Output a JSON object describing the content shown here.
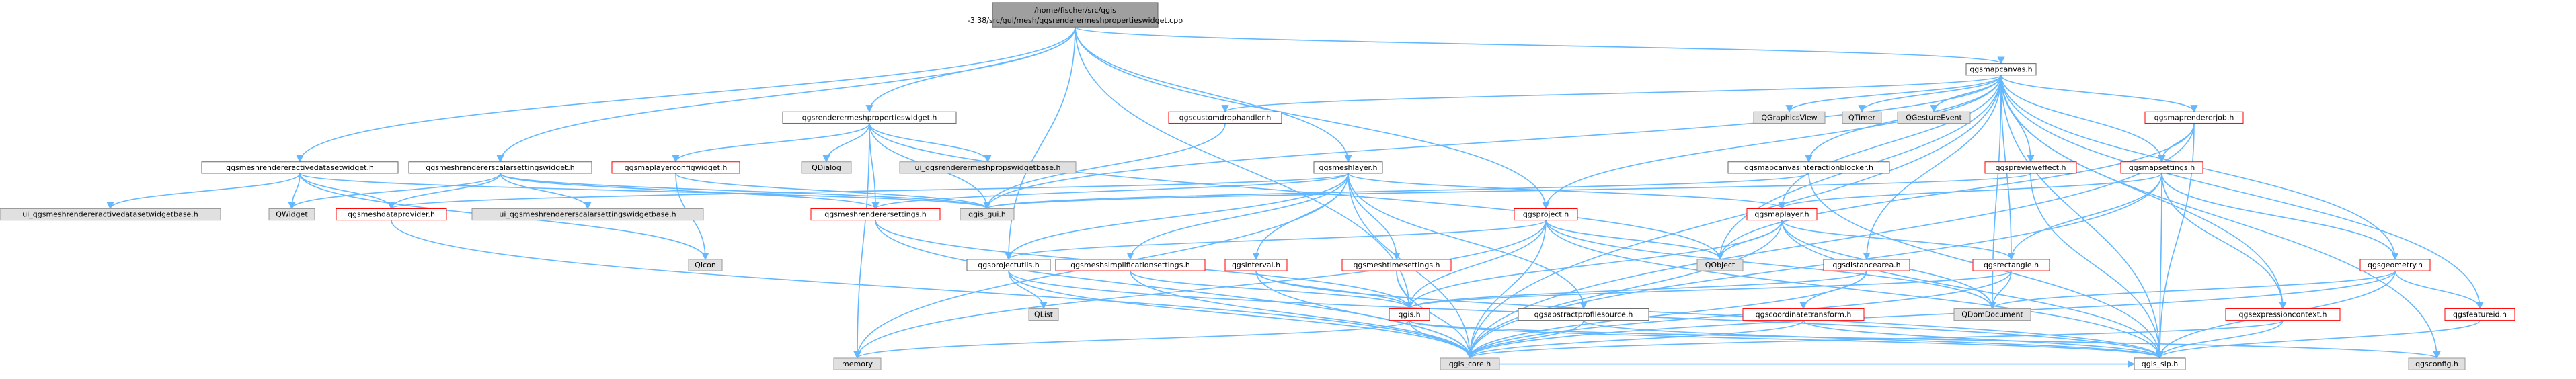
{
  "graph": {
    "colors": {
      "edge": "#63b8ff",
      "root_fill": "#9f9f9f",
      "documented_border": "#666666",
      "warning_border": "#ff0000",
      "external_fill": "#e0e0e0",
      "external_border": "#999999"
    },
    "nodes": [
      {
        "id": "root",
        "label": "/home/fischer/src/qgis-3.38/src/gui/mesh/qgsrenderermeshpropertieswidget.cpp",
        "kind": "root"
      },
      {
        "id": "qgsmapcanvas",
        "label": "qgsmapcanvas.h",
        "kind": "doc"
      },
      {
        "id": "qgsrenderermeshpropertieswidget",
        "label": "qgsrenderermeshpropertieswidget.h",
        "kind": "doc"
      },
      {
        "id": "qgsmeshrendereractivedatasetwidget",
        "label": "qgsmeshrendereractivedatasetwidget.h",
        "kind": "doc"
      },
      {
        "id": "qgsmeshrendererscalarsettingswidget",
        "label": "qgsmeshrendererscalarsettingswidget.h",
        "kind": "doc"
      },
      {
        "id": "qgsmaplayerconfigwidget",
        "label": "qgsmaplayerconfigwidget.h",
        "kind": "warn"
      },
      {
        "id": "qdialog",
        "label": "QDialog",
        "kind": "ext"
      },
      {
        "id": "ui_qgsrenderermeshpropswidgetbase",
        "label": "ui_qgsrenderermeshpropswidgetbase.h",
        "kind": "ext"
      },
      {
        "id": "qgsmeshlayer",
        "label": "qgsmeshlayer.h",
        "kind": "doc"
      },
      {
        "id": "qgscustomdrophandler",
        "label": "qgscustomdrophandler.h",
        "kind": "warn"
      },
      {
        "id": "qgraphicsview",
        "label": "QGraphicsView",
        "kind": "ext"
      },
      {
        "id": "qtimer",
        "label": "QTimer",
        "kind": "ext"
      },
      {
        "id": "qgestureevent",
        "label": "QGestureEvent",
        "kind": "ext"
      },
      {
        "id": "qgsmapcanvasinteractionblocker",
        "label": "qgsmapcanvasinteractionblocker.h",
        "kind": "doc"
      },
      {
        "id": "qgsmaprendererjob",
        "label": "qgsmaprendererjob.h",
        "kind": "warn"
      },
      {
        "id": "qgspreviewteffect",
        "label": "qgsprevieweffect.h",
        "kind": "warn"
      },
      {
        "id": "qgsmapsettings",
        "label": "qgsmapsettings.h",
        "kind": "warn"
      },
      {
        "id": "ui_qgsmeshrendereractivedatasetwidgetbase",
        "label": "ui_qgsmeshrendereractivedatasetwidgetbase.h",
        "kind": "ext"
      },
      {
        "id": "qwidget",
        "label": "QWidget",
        "kind": "ext"
      },
      {
        "id": "qgsmeshdataprovider",
        "label": "qgsmeshdataprovider.h",
        "kind": "warn"
      },
      {
        "id": "ui_qgsmeshrendererscalarsettingswidgetbase",
        "label": "ui_qgsmeshrendererscalarsettingswidgetbase.h",
        "kind": "ext"
      },
      {
        "id": "qgsmeshrenderersettings",
        "label": "qgsmeshrenderersettings.h",
        "kind": "warn"
      },
      {
        "id": "qgis_gui",
        "label": "qgis_gui.h",
        "kind": "ext"
      },
      {
        "id": "qgsproject",
        "label": "qgsproject.h",
        "kind": "warn"
      },
      {
        "id": "qgsmaplayer",
        "label": "qgsmaplayer.h",
        "kind": "warn"
      },
      {
        "id": "qicon",
        "label": "QIcon",
        "kind": "ext"
      },
      {
        "id": "qgsprojectutils",
        "label": "qgsprojectutils.h",
        "kind": "doc"
      },
      {
        "id": "qgsmeshsimplificationsettings",
        "label": "qgsmeshsimplificationsettings.h",
        "kind": "warn"
      },
      {
        "id": "qgsinterval",
        "label": "qgsinterval.h",
        "kind": "warn"
      },
      {
        "id": "qgsmeshtimesettings",
        "label": "qgsmeshtimesettings.h",
        "kind": "warn"
      },
      {
        "id": "qobject",
        "label": "QObject",
        "kind": "ext"
      },
      {
        "id": "qgsdistancearea",
        "label": "qgsdistancearea.h",
        "kind": "warn"
      },
      {
        "id": "qgsrectangle",
        "label": "qgsrectangle.h",
        "kind": "warn"
      },
      {
        "id": "qgsgeometry",
        "label": "qgsgeometry.h",
        "kind": "warn"
      },
      {
        "id": "qlist",
        "label": "QList",
        "kind": "ext"
      },
      {
        "id": "qgis",
        "label": "qgis.h",
        "kind": "warn"
      },
      {
        "id": "qgsabstractprofilesource",
        "label": "qgsabstractprofilesource.h",
        "kind": "doc"
      },
      {
        "id": "qgscoordinatetransform",
        "label": "qgscoordinatetransform.h",
        "kind": "warn"
      },
      {
        "id": "qdomdocument",
        "label": "QDomDocument",
        "kind": "ext"
      },
      {
        "id": "qgsexpressioncontext",
        "label": "qgsexpressioncontext.h",
        "kind": "warn"
      },
      {
        "id": "qgsfeatureid",
        "label": "qgsfeatureid.h",
        "kind": "warn"
      },
      {
        "id": "memory",
        "label": "memory",
        "kind": "ext"
      },
      {
        "id": "qgis_core",
        "label": "qgis_core.h",
        "kind": "ext"
      },
      {
        "id": "qgis_sip",
        "label": "qgis_sip.h",
        "kind": "doc"
      },
      {
        "id": "qgsconfig",
        "label": "qgsconfig.h",
        "kind": "ext"
      }
    ],
    "edges": [
      [
        "root",
        "qgsmapcanvas"
      ],
      [
        "root",
        "qgsrenderermeshpropertieswidget"
      ],
      [
        "root",
        "qgsmeshrendereractivedatasetwidget"
      ],
      [
        "root",
        "qgsmeshrendererscalarsettingswidget"
      ],
      [
        "root",
        "qgsmeshlayer"
      ],
      [
        "root",
        "qgsproject"
      ],
      [
        "root",
        "qgsprojectutils"
      ],
      [
        "root",
        "qgis"
      ],
      [
        "qgsmapcanvas",
        "qgscustomdrophandler"
      ],
      [
        "qgsmapcanvas",
        "qgraphicsview"
      ],
      [
        "qgsmapcanvas",
        "qtimer"
      ],
      [
        "qgsmapcanvas",
        "qgestureevent"
      ],
      [
        "qgsmapcanvas",
        "qgsmapcanvasinteractionblocker"
      ],
      [
        "qgsmapcanvas",
        "qgsmaprendererjob"
      ],
      [
        "qgsmapcanvas",
        "qgspreviewteffect"
      ],
      [
        "qgsmapcanvas",
        "qgsmapsettings"
      ],
      [
        "qgsmapcanvas",
        "qgis_gui"
      ],
      [
        "qgsmapcanvas",
        "qgsproject"
      ],
      [
        "qgsmapcanvas",
        "qgsmaplayer"
      ],
      [
        "qgsmapcanvas",
        "qgsrectangle"
      ],
      [
        "qgsmapcanvas",
        "qgsgeometry"
      ],
      [
        "qgsmapcanvas",
        "qgsdistancearea"
      ],
      [
        "qgsmapcanvas",
        "qgsexpressioncontext"
      ],
      [
        "qgsmapcanvas",
        "qgsfeatureid"
      ],
      [
        "qgsmapcanvas",
        "qdomdocument"
      ],
      [
        "qgsmapcanvas",
        "qgis_core"
      ],
      [
        "qgsmapcanvas",
        "qgis_sip"
      ],
      [
        "qgsmapcanvas",
        "qgsconfig"
      ],
      [
        "qgsmapcanvas",
        "qobject"
      ],
      [
        "qgsrenderermeshpropertieswidget",
        "qgsmaplayerconfigwidget"
      ],
      [
        "qgsrenderermeshpropertieswidget",
        "qdialog"
      ],
      [
        "qgsrenderermeshpropertieswidget",
        "ui_qgsrenderermeshpropswidgetbase"
      ],
      [
        "qgsrenderermeshpropertieswidget",
        "qgis_gui"
      ],
      [
        "qgsrenderermeshpropertieswidget",
        "qgsmeshrenderersettings"
      ],
      [
        "qgsrenderermeshpropertieswidget",
        "qobject"
      ],
      [
        "qgsrenderermeshpropertieswidget",
        "memory"
      ],
      [
        "qgsmeshrendereractivedatasetwidget",
        "ui_qgsmeshrendereractivedatasetwidgetbase"
      ],
      [
        "qgsmeshrendereractivedatasetwidget",
        "qwidget"
      ],
      [
        "qgsmeshrendereractivedatasetwidget",
        "qgsmeshdataprovider"
      ],
      [
        "qgsmeshrendereractivedatasetwidget",
        "qgis_gui"
      ],
      [
        "qgsmeshrendereractivedatasetwidget",
        "qicon"
      ],
      [
        "qgsmeshrendererscalarsettingswidget",
        "ui_qgsmeshrendererscalarsettingswidgetbase"
      ],
      [
        "qgsmeshrendererscalarsettingswidget",
        "qwidget"
      ],
      [
        "qgsmeshrendererscalarsettingswidget",
        "qgsmeshdataprovider"
      ],
      [
        "qgsmeshrendererscalarsettingswidget",
        "qgsmeshrenderersettings"
      ],
      [
        "qgsmeshrendererscalarsettingswidget",
        "qgis_gui"
      ],
      [
        "qgsmaplayerconfigwidget",
        "qgis_gui"
      ],
      [
        "qgsmaplayerconfigwidget",
        "qicon"
      ],
      [
        "qgsmeshlayer",
        "qgsmeshdataprovider"
      ],
      [
        "qgsmeshlayer",
        "qgsmeshrenderersettings"
      ],
      [
        "qgsmeshlayer",
        "qgsmaplayer"
      ],
      [
        "qgsmeshlayer",
        "qgsinterval"
      ],
      [
        "qgsmeshlayer",
        "qgsmeshtimesettings"
      ],
      [
        "qgsmeshlayer",
        "qgsmeshsimplificationsettings"
      ],
      [
        "qgsmeshlayer",
        "qgsabstractprofilesource"
      ],
      [
        "qgsmeshlayer",
        "qgis_core"
      ],
      [
        "qgsmeshlayer",
        "memory"
      ],
      [
        "qgsmeshlayer",
        "qgsprojectutils"
      ],
      [
        "qgscustomdrophandler",
        "qgis_gui"
      ],
      [
        "qgsmapcanvasinteractionblocker",
        "qgis_gui"
      ],
      [
        "qgsmapcanvasinteractionblocker",
        "qgis_sip"
      ],
      [
        "qgsmaprendererjob",
        "qgsmapsettings"
      ],
      [
        "qgsmaprendererjob",
        "qgis_core"
      ],
      [
        "qgsmaprendererjob",
        "qobject"
      ],
      [
        "qgsmaprendererjob",
        "qgis_sip"
      ],
      [
        "qgspreviewteffect",
        "qgis_gui"
      ],
      [
        "qgspreviewteffect",
        "qgis_sip"
      ],
      [
        "qgsmapsettings",
        "qgsrectangle"
      ],
      [
        "qgsmapsettings",
        "qgsexpressioncontext"
      ],
      [
        "qgsmapsettings",
        "qgsmaplayer"
      ],
      [
        "qgsmapsettings",
        "qgsgeometry"
      ],
      [
        "qgsmapsettings",
        "qgis_core"
      ],
      [
        "qgsmapsettings",
        "qgis_sip"
      ],
      [
        "qgsmeshdataprovider",
        "qgis_core"
      ],
      [
        "qgsmeshrenderersettings",
        "qgis_core"
      ],
      [
        "qgsmeshrenderersettings",
        "qgis"
      ],
      [
        "qgsproject",
        "qgsprojectutils"
      ],
      [
        "qgsproject",
        "qobject"
      ],
      [
        "qgsproject",
        "qgis"
      ],
      [
        "qgsproject",
        "qgis_core"
      ],
      [
        "qgsproject",
        "qgis_sip"
      ],
      [
        "qgsproject",
        "memory"
      ],
      [
        "qgsproject",
        "qdomdocument"
      ],
      [
        "qgsmaplayer",
        "qobject"
      ],
      [
        "qgsmaplayer",
        "qdomdocument"
      ],
      [
        "qgsmaplayer",
        "qgis"
      ],
      [
        "qgsmaplayer",
        "qgsrectangle"
      ],
      [
        "qgsmaplayer",
        "qgis_core"
      ],
      [
        "qgsmaplayer",
        "qgis_sip"
      ],
      [
        "qgsprojectutils",
        "qlist"
      ],
      [
        "qgsprojectutils",
        "qgis_core"
      ],
      [
        "qgsprojectutils",
        "qgis_sip"
      ],
      [
        "qgsmeshsimplificationsettings",
        "qgis"
      ],
      [
        "qgsmeshsimplificationsettings",
        "qgis_core"
      ],
      [
        "qgsinterval",
        "qgis"
      ],
      [
        "qgsinterval",
        "qgis_core"
      ],
      [
        "qgsinterval",
        "qgis_sip"
      ],
      [
        "qgsmeshtimesettings",
        "qgis"
      ],
      [
        "qgsmeshtimesettings",
        "qgis_core"
      ],
      [
        "qgsdistancearea",
        "qgscoordinatetransform"
      ],
      [
        "qgsdistancearea",
        "qgis"
      ],
      [
        "qgsdistancearea",
        "qgis_core"
      ],
      [
        "qgsrectangle",
        "qgis"
      ],
      [
        "qgsrectangle",
        "qdomdocument"
      ],
      [
        "qgsrectangle",
        "qgis_core"
      ],
      [
        "qgsgeometry",
        "qdomdocument"
      ],
      [
        "qgsgeometry",
        "qgsfeatureid"
      ],
      [
        "qgsgeometry",
        "qgis_core"
      ],
      [
        "qgsgeometry",
        "qgis_sip"
      ],
      [
        "qgis",
        "qgis_core"
      ],
      [
        "qgis",
        "qgis_sip"
      ],
      [
        "qgis",
        "qgsconfig"
      ],
      [
        "qgis",
        "memory"
      ],
      [
        "qgsabstractprofilesource",
        "qgis_core"
      ],
      [
        "qgsabstractprofilesource",
        "qgis_sip"
      ],
      [
        "qgscoordinatetransform",
        "qgis_core"
      ],
      [
        "qgscoordinatetransform",
        "qgis_sip"
      ],
      [
        "qgsexpressioncontext",
        "qgis_core"
      ],
      [
        "qgsexpressioncontext",
        "qgis_sip"
      ],
      [
        "qgsfeatureid",
        "qgis_sip"
      ],
      [
        "qgis_core",
        "qgis_sip"
      ]
    ]
  }
}
